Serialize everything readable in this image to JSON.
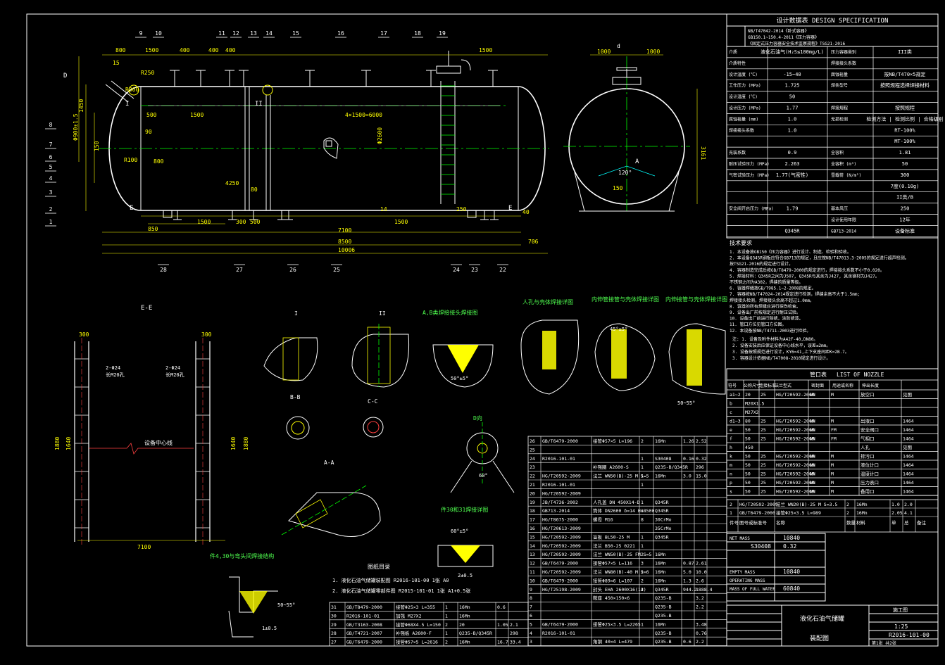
{
  "colors": {
    "background": "#000000",
    "line": "#ffffff",
    "dim": "#ffff00",
    "center": "#00ff00",
    "accent": "#00ffff",
    "hatch": "#ffff00"
  },
  "main_view": {
    "balloons_top": [
      "9",
      "10",
      "11",
      "12",
      "13",
      "14",
      "15",
      "16",
      "17",
      "18",
      "19"
    ],
    "balloons_left": [
      "8",
      "7",
      "6",
      "5",
      "4",
      "3",
      "2",
      "1"
    ],
    "balloons_bottom": [
      "28",
      "27",
      "26",
      "25",
      "24",
      "23",
      "22"
    ],
    "dims_top": [
      "800",
      "1500",
      "400",
      "400",
      "400",
      "1500",
      "15",
      "R250",
      "R300"
    ],
    "dims_bottom": [
      "850",
      "1500",
      "300",
      "500",
      "1500",
      "7100",
      "8500",
      "10006",
      "706",
      "250",
      "40"
    ],
    "dims_inner": [
      "500",
      "1500",
      "4×1500=6000",
      "4250",
      "Φ2600",
      "14",
      "90",
      "80"
    ],
    "dims_left": [
      "1450",
      "Φ900±1.5",
      "150",
      "800",
      "R100"
    ],
    "labels": [
      "D",
      "E",
      "I",
      "II",
      "E"
    ]
  },
  "side_view": {
    "dims": [
      "1000",
      "1000",
      "3161",
      "120°",
      "150",
      "A",
      "d"
    ],
    "labels": [
      "A"
    ]
  },
  "title_block": {
    "header": "设计数据表 DESIGN SPECIFICATION",
    "standards": [
      "NB/T47042-2014《卧式容器》",
      "GB150.1~150.4-2011《压力容器》",
      "《固定式压力容器安全技术监察规程》TSG21-2016"
    ],
    "rows": [
      {
        "k": "介质",
        "v": "液化石油气(H₂S≤100mg/L)",
        "k2": "压力容器类别",
        "v2": "III类"
      },
      {
        "k": "介质特性",
        "v": "",
        "k2": "焊接接头系数",
        "v2": ""
      },
      {
        "k": "设计温度 (℃)",
        "v": "-15~40",
        "k2": "腐蚀裕量",
        "v2": "按NB/T470×5规定"
      },
      {
        "k": "工作压力 (MPa)",
        "v": "1.725",
        "k2": "焊条型号",
        "v2": "按照规程选择焊接材料"
      },
      {
        "k": "设计温度 (℃)",
        "v": "50",
        "k2": "",
        "v2": ""
      },
      {
        "k": "设计压力 (MPa)",
        "v": "1.77",
        "k2": "焊接规程",
        "v2": "按照规程"
      },
      {
        "k": "腐蚀裕量 (mm)",
        "v": "1.0",
        "k2": "无损检测",
        "v2": "检测方法 | 检测比例 | 合格级别"
      },
      {
        "k": "焊接接头系数",
        "v": "1.0",
        "k2": "",
        "v2": "RT-100%"
      },
      {
        "k": "",
        "v": "",
        "k2": "",
        "v2": "MT-100%"
      },
      {
        "k": "充装系数",
        "v": "0.9",
        "k2": "全容积",
        "v2": "1.81"
      },
      {
        "k": "耐压试验压力 (MPa)",
        "v": "2.263",
        "k2": "全容积 (m³)",
        "v2": "50"
      },
      {
        "k": "气密试验压力 (MPa)",
        "v": "1.77(气密性)",
        "k2": "雪载荷 (N/m²)",
        "v2": "300"
      },
      {
        "k": "",
        "v": "",
        "k2": "",
        "v2": "7度(0.10g)"
      },
      {
        "k": "",
        "v": "",
        "k2": "",
        "v2": "II类/B"
      },
      {
        "k": "安全阀开启压力 (MPa)",
        "v": "1.79",
        "k2": "基本风压",
        "v2": "250"
      },
      {
        "k": "",
        "v": "",
        "k2": "设计使用年限",
        "v2": "12年"
      },
      {
        "k": "",
        "v": "Q345R",
        "k2": "GB713-2014",
        "v2": "设备标准"
      }
    ],
    "tech_title": "技术要求",
    "tech_notes": [
      "1. 本设备按GB150《压力容器》进行设计、制造、检验和验收。",
      "2. 本设备Q345R钢板应符合GB713的规定，且应按NB/T47013.3-2005的规定进行超声检测。",
      "   按TSG21-2016的规定进行设计。",
      "4. 容器制造完成后按GB/T8479-2000的规定进行，焊接接头系数不小于0.020。",
      "5. 焊接材料：Q345R之间为J507, Q345R与其余为J427, 其余钢材为J427。",
      "   不锈钢之间为A302，焊缝的质量等级。",
      "6. 容器焊缝按GB/T985.1~2-2008的规定。",
      "7. 容器按NB/T47024-2014规定进行检测，焊缝余高不大于1.5mm;",
      "   焊接接头检测，焊接接头余高不超过1.0mm。",
      "8. 容器的所有焊缝应进行探伤检查。",
      "9. 设备出厂前按规定进行耐压试验。",
      "10. 设备出厂前进行除锈，涂防锈漆。",
      "11. 管口方位见管口方位图。",
      "12. 本设备按NB/T4711-2003进行检验。"
    ],
    "sub_notes": [
      "注: 1. 设备及附件材料为A42F-40,DN80。",
      "2. 设备安装后应保证设备中心线水平，误差≤2mm。",
      "3. 设备按照规范进行设计，KY6=41,上下支座间距K=2B.7。",
      "3. 容器设计依据NB/T47008-2010规定进行设计。"
    ],
    "nozzle_header": "LIST OF NOZZLE",
    "nozzle_title": "管口表",
    "nozzle_cols": [
      "符号",
      "公称尺寸",
      "连接标准",
      "法兰型式",
      "密封面",
      "用途或名称",
      "伸出长度"
    ],
    "nozzles": [
      [
        "a1~2",
        "20",
        "25",
        "HG/T20592-2009",
        "WN",
        "M",
        "放空口",
        "见图"
      ],
      [
        "b",
        "M20X1.5",
        "",
        "",
        "",
        "",
        "",
        ""
      ],
      [
        "c",
        "M27X2",
        "",
        "",
        "",
        "",
        "",
        ""
      ],
      [
        "d1~3",
        "80",
        "25",
        "HG/T20592-2009",
        "WN",
        "M",
        "出液口",
        "1464"
      ],
      [
        "e",
        "50",
        "25",
        "HG/T20592-2009",
        "WN",
        "FM",
        "安全阀口",
        "1464"
      ],
      [
        "f",
        "50",
        "25",
        "HG/T20592-2009",
        "WN",
        "FM",
        "气相口",
        "1464"
      ],
      [
        "h",
        "450",
        "",
        "",
        "",
        "",
        "人孔",
        "见图"
      ],
      [
        "k",
        "50",
        "25",
        "HG/T20592-2009",
        "WN",
        "M",
        "排污口",
        "1464"
      ],
      [
        "m",
        "50",
        "25",
        "HG/T20592-2009",
        "WN",
        "M",
        "液位计口",
        "1464"
      ],
      [
        "n",
        "50",
        "25",
        "HG/T20592-2009",
        "WN",
        "M",
        "温度计口",
        "1464"
      ],
      [
        "p",
        "50",
        "25",
        "HG/T20592-2009",
        "WN",
        "M",
        "压力表口",
        "1464"
      ],
      [
        "s",
        "50",
        "25",
        "HG/T20592-2009",
        "WN",
        "M",
        "备用口",
        "1464"
      ]
    ],
    "mass": {
      "net_label": "NET MASS",
      "net": "10840",
      "mat_label": "",
      "mat": "S30408",
      "mat_val": "0.32",
      "empty_label": "EMPTY MASS",
      "empty": "10840",
      "oper_label": "OPERATING MASS",
      "oper": "",
      "water_label": "MASS OF FULL WATER",
      "water": "60840"
    },
    "title": {
      "project": "施工图",
      "scale": "1:25",
      "name1": "液化石油气储罐",
      "name2": "装配图",
      "drawing_no": "R2016-101-00",
      "sheet": "第1张 共2张"
    }
  },
  "parts_right": [
    [
      "26",
      "GB/T6479-2000",
      "接管Φ57×5 L=196",
      "2",
      "16Mn",
      "1.26",
      "2.52",
      ""
    ],
    [
      "25",
      "",
      "",
      "",
      "",
      "",
      "",
      ""
    ],
    [
      "24",
      "R2016-101-01",
      "",
      "1",
      "S30408",
      "0.16",
      "0.32",
      ""
    ],
    [
      "23",
      "",
      "补强圈 A2600-S",
      "1",
      "Q235-B/Q345R",
      "",
      "296",
      ""
    ],
    [
      "22",
      "HG/T20592-2009",
      "法兰 WN50(B)-25 M S=5",
      "1",
      "16Mn",
      "3.0",
      "15.0",
      ""
    ],
    [
      "21",
      "R2016-101-01",
      "",
      "1",
      "",
      "",
      "",
      ""
    ],
    [
      "20",
      "HG/T20592-2009",
      "",
      "",
      "",
      "",
      "",
      ""
    ],
    [
      "19",
      "JB/T4736-2002",
      "人孔盖 DN 450X14-D",
      "1",
      "Q345R",
      "",
      "",
      ""
    ],
    [
      "18",
      "GB713-2014",
      "筒体 DN2600 δ=14 H=8500",
      "1",
      "Q345R",
      "",
      "",
      ""
    ],
    [
      "17",
      "HG/T8675-2000",
      "螺母 M16",
      "8",
      "30CrMo",
      "",
      "",
      ""
    ],
    [
      "16",
      "HG/T20613-2009",
      "",
      "",
      "35CrMo",
      "",
      "",
      ""
    ],
    [
      "15",
      "HG/T20592-2009",
      "盲板 BL50-25 M",
      "1",
      "Q345R",
      "",
      "",
      ""
    ],
    [
      "14",
      "HG/T20592-2009",
      "法兰 B50-25 0221",
      "1",
      "",
      "",
      "",
      ""
    ],
    [
      "13",
      "HG/T20592-2009",
      "法兰 WN50(B)-25 FM S=5",
      "2",
      "16Mn",
      "",
      "",
      ""
    ],
    [
      "12",
      "GB/T6479-2000",
      "接管Φ57×5 L=116",
      "3",
      "16Mn",
      "0.87",
      "2.61",
      ""
    ],
    [
      "11",
      "HG/T20592-2009",
      "法兰 WN80(B)-40 M S=6",
      "2",
      "16Mn",
      "5.0",
      "10.0",
      ""
    ],
    [
      "10",
      "GB/T6479-2000",
      "接管Φ89×6 L=107",
      "2",
      "16Mn",
      "1.3",
      "2.6",
      ""
    ],
    [
      "9",
      "HG/T25198-2009",
      "封头 EHA 2600X16(14)",
      "2",
      "Q345R",
      "944.2",
      "1888.4",
      ""
    ],
    [
      "8",
      "",
      "鞍座 450×150×6",
      "",
      "Q235-B",
      "",
      "3.2",
      ""
    ],
    [
      "7",
      "",
      "",
      "",
      "Q235-B",
      "",
      "2.2",
      ""
    ],
    [
      "6",
      "",
      "",
      "",
      "Q235-B",
      "",
      "",
      ""
    ],
    [
      "5",
      "GB/T6479-2000",
      "接管Φ25×3.5 L=2265",
      "1",
      "16Mn",
      "",
      "3.48",
      ""
    ],
    [
      "4",
      "R2016-101-01",
      "",
      "",
      "Q235-B",
      "",
      "0.76",
      ""
    ],
    [
      "3",
      "",
      "角钢 40×4 L=479",
      "",
      "Q235-B",
      "0.6",
      "2.2",
      ""
    ]
  ],
  "parts_bottom": [
    [
      "31",
      "GB/T8479-2000",
      "接管Φ25×3 L=355",
      "1",
      "16Mn",
      "0.6",
      ""
    ],
    [
      "30",
      "R2016-101-01",
      "加强 M27X2",
      "1",
      "16Mn",
      "",
      "",
      ""
    ],
    [
      "29",
      "GB/T3163-2008",
      "接管Φ68X4.5 L=150",
      "2",
      "20",
      "1.05",
      "2.1"
    ],
    [
      "28",
      "GB/T4721-2007",
      "补强板 A2600-F",
      "1",
      "Q235-B/Q345R",
      "",
      "298"
    ],
    [
      "27",
      "GB/T6479-2000",
      "接管Φ57×5 L=2616",
      "2",
      "16Mn",
      "16.7",
      "33.4"
    ]
  ],
  "parts_mid": [
    [
      "2",
      "HG/T20592-2009",
      "法兰 WN20(B)-25 M S=3.5",
      "2",
      "16Mn",
      "1.0",
      "2.0"
    ],
    [
      "1",
      "GB/T6479-2000",
      "接管Φ25×3.5 L=989",
      "2",
      "16Mn",
      "2.05",
      "4.1"
    ]
  ],
  "parts_header": [
    "件号",
    "图号或标准号",
    "名称",
    "数量",
    "材料",
    "单",
    "总",
    "备注"
  ],
  "details": {
    "ee_title": "E-E",
    "ee_dims": [
      "300",
      "300",
      "1880",
      "1640",
      "1640",
      "1880",
      "7100"
    ],
    "ee_labels": [
      "2-Φ24",
      "长M20孔",
      "2-Φ24",
      "长M20孔",
      "设备中心线"
    ],
    "i_title": "I",
    "ii_title": "II",
    "ab_title": "A,B类焊接接头焊接图",
    "bb": "B-B",
    "cc": "C-C",
    "aa": "A-A",
    "d_title": "D向",
    "weld1": "人孔与壳体焊接详图",
    "weld2": "内伸管接管与壳体焊接详图",
    "weld3": "内伸接管与壳体焊接详图",
    "weld30": "件30和31焊接详图",
    "weld430": "件4,30与弯头间焊接结构",
    "angles": [
      "60°±5°",
      "50°±5°",
      "45°±5°",
      "50~55°",
      "60°",
      "2±0.5",
      "1±0.5"
    ],
    "drawing_list_title": "图纸目录",
    "drawing_list": [
      "1. 液化石油气储罐装配图  R2016-101-00  1张  A0",
      "2. 液化石油气储罐零部件图  R2015-101-01  1张  A1+0.5张"
    ]
  }
}
